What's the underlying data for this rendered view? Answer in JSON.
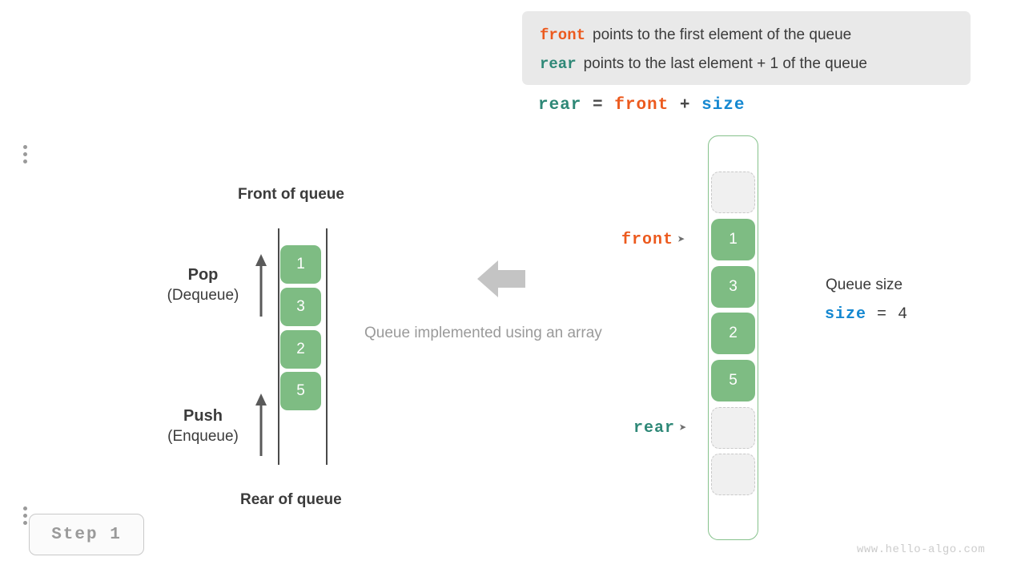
{
  "legend": {
    "lines": [
      {
        "keyword": "front",
        "keyword_color": "#ec5a1e",
        "text": "points to the first element of the queue"
      },
      {
        "keyword": "rear",
        "keyword_color": "#2e8877",
        "text": "points to the last element + 1 of the queue"
      }
    ]
  },
  "formula": {
    "lhs": "rear",
    "eq": "=",
    "rhs1": "front",
    "plus": "+",
    "rhs2": "size"
  },
  "abstract_queue": {
    "top_label": "Front of queue",
    "bottom_label": "Rear of queue",
    "cells": [
      "1",
      "3",
      "2",
      "5"
    ],
    "pop": {
      "title": "Pop",
      "subtitle": "(Dequeue)"
    },
    "push": {
      "title": "Push",
      "subtitle": "(Enqueue)"
    }
  },
  "middle": {
    "arrow_icon": "arrow-left-icon",
    "caption": "Queue implemented using an array"
  },
  "array": {
    "dots_top": "vertical-ellipsis",
    "dots_bottom": "vertical-ellipsis",
    "slots": [
      {
        "type": "empty",
        "value": ""
      },
      {
        "type": "filled",
        "value": "1"
      },
      {
        "type": "filled",
        "value": "3"
      },
      {
        "type": "filled",
        "value": "2"
      },
      {
        "type": "filled",
        "value": "5"
      },
      {
        "type": "empty",
        "value": ""
      },
      {
        "type": "empty",
        "value": ""
      }
    ],
    "pointers": {
      "front": {
        "label": "front",
        "tip": "➤",
        "color": "#ec5a1e"
      },
      "rear": {
        "label": "rear",
        "tip": "➤",
        "color": "#2e8877"
      }
    }
  },
  "size_info": {
    "title": "Queue size",
    "var": "size",
    "eq": "=",
    "value": "4"
  },
  "step_badge": {
    "label": "Step 1"
  },
  "watermark": {
    "text": "www.hello-algo.com"
  },
  "colors": {
    "green_fill": "#7ebc83",
    "green_border": "#86c28c",
    "orange": "#ec5a1e",
    "teal": "#2e8877",
    "blue": "#1588d1",
    "gray_text": "#3b3b3b",
    "muted": "#9a9a9a",
    "legend_bg": "#e9e9e9"
  }
}
